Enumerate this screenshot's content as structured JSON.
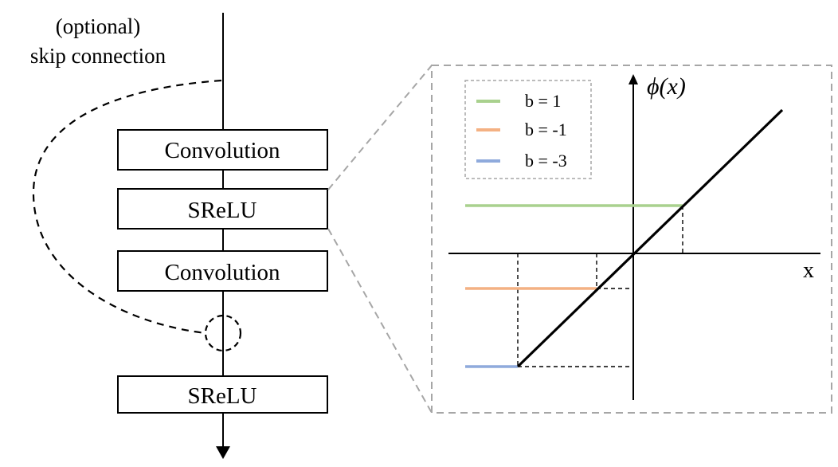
{
  "block": {
    "skip_label_line1": "(optional)",
    "skip_label_line2": "skip connection",
    "layers": [
      "Convolution",
      "SReLU",
      "Convolution",
      "SReLU"
    ]
  },
  "zoom_plot": {
    "y_axis_label": "ϕ(x)",
    "x_axis_label": "x",
    "legend": [
      {
        "label": "b = 1",
        "color": "#a9d18e"
      },
      {
        "label": "b = -1",
        "color": "#f4b183"
      },
      {
        "label": "b = -3",
        "color": "#8faadc"
      }
    ],
    "colors": {
      "frame": "#a6a6a6",
      "line": "#000000"
    }
  },
  "chart_data": {
    "type": "line",
    "title": "",
    "xlabel": "x",
    "ylabel": "ϕ(x)",
    "legend_position": "top-left",
    "grid": false,
    "xlim": [
      -4,
      4
    ],
    "ylim": [
      -4,
      4
    ],
    "series": [
      {
        "name": "b = 1",
        "color": "#a9d18e",
        "x": [
          -4,
          1,
          4
        ],
        "y": [
          1,
          1,
          4
        ]
      },
      {
        "name": "b = -1",
        "color": "#f4b183",
        "x": [
          -4,
          -1,
          4
        ],
        "y": [
          -1,
          -1,
          4
        ]
      },
      {
        "name": "b = -3",
        "color": "#8faadc",
        "x": [
          -4,
          -3,
          4
        ],
        "y": [
          -3,
          -3,
          4
        ]
      }
    ]
  }
}
